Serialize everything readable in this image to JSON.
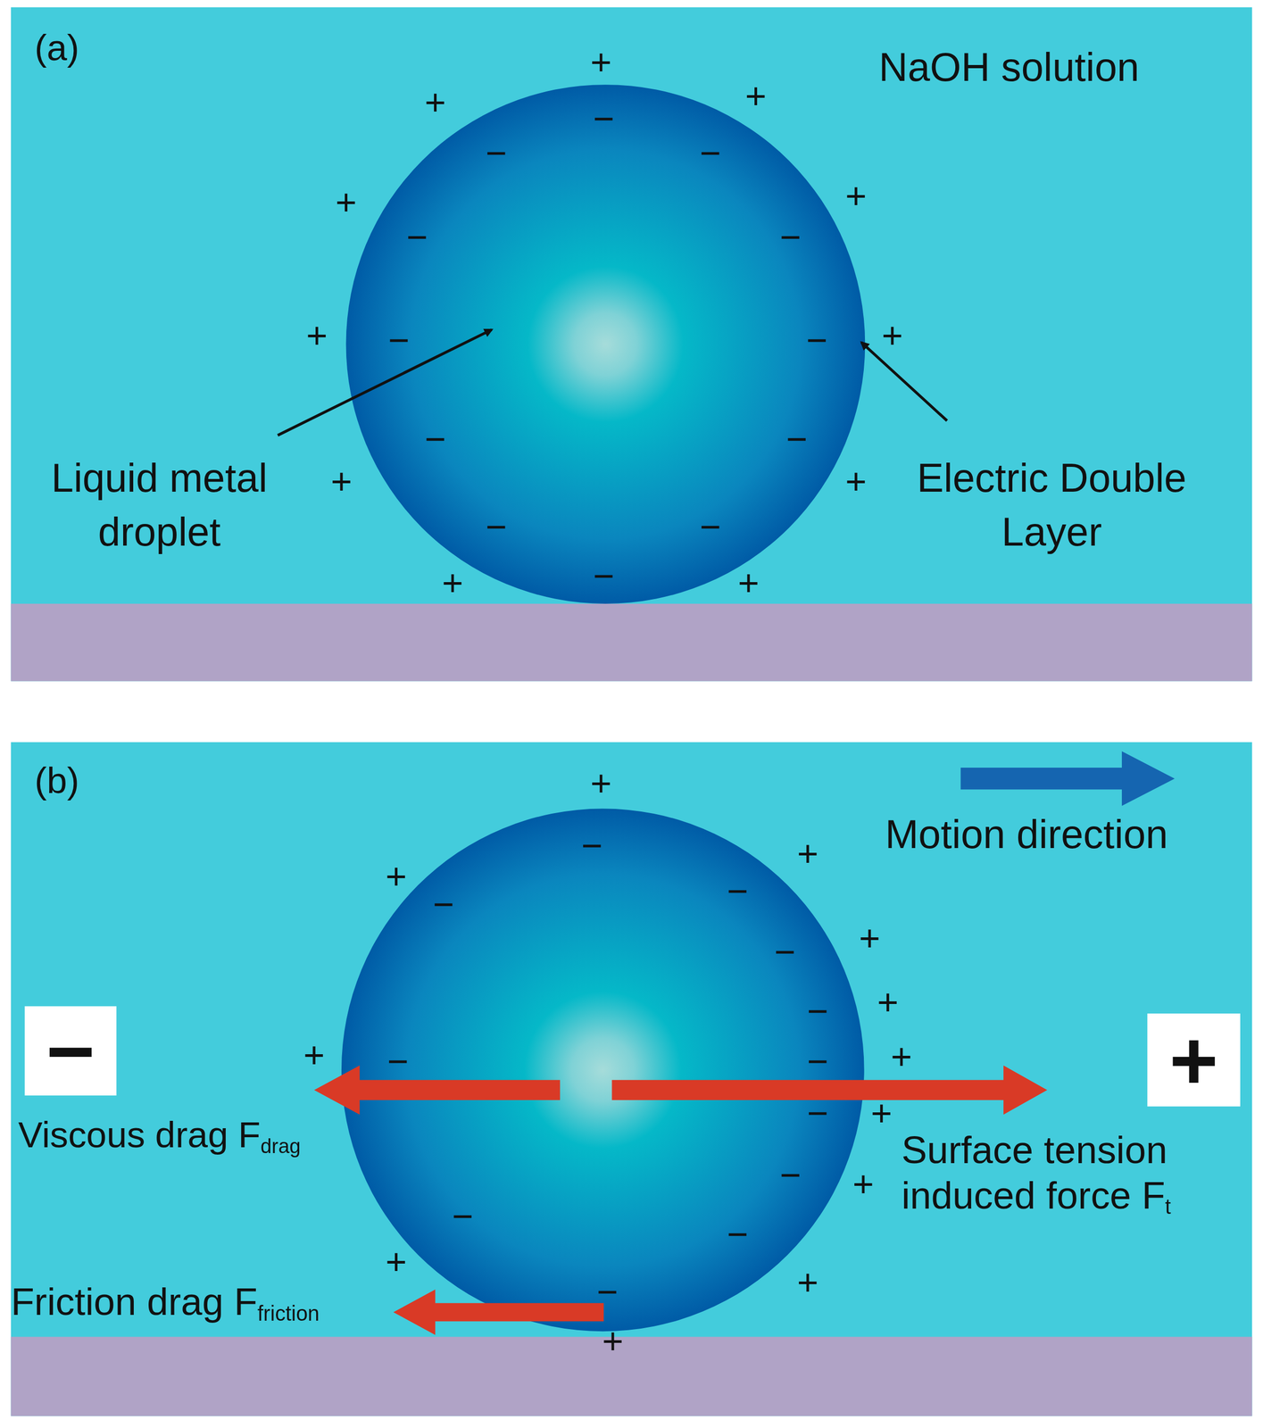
{
  "diagram": {
    "nodes": [
      {
        "text": [
          "−"
        ]
      },
      {
        "text": [
          "+"
        ]
      }
    ],
    "labels": [
      "(a)",
      "NaOH solution",
      "+",
      "+",
      "+",
      "+",
      "+",
      "+",
      "+",
      "+",
      "+",
      "+",
      "+",
      "−",
      "−",
      "−",
      "−",
      "−",
      "−",
      "−",
      "−",
      "−",
      "−",
      "−",
      "−",
      "Liquid metal droplet",
      "Electric Double Layer",
      "(b)",
      "Motion direction",
      "+",
      "+",
      "+",
      "+",
      "+",
      "+",
      "+",
      "+",
      "+",
      "+",
      "+",
      "+",
      "−",
      "−",
      "−",
      "−",
      "−",
      "−",
      "−",
      "−",
      "−",
      "−",
      "−",
      "−",
      "Viscous drag F",
      "drag",
      "Surface tension induced force F",
      "t",
      "Friction drag F",
      "friction"
    ]
  }
}
